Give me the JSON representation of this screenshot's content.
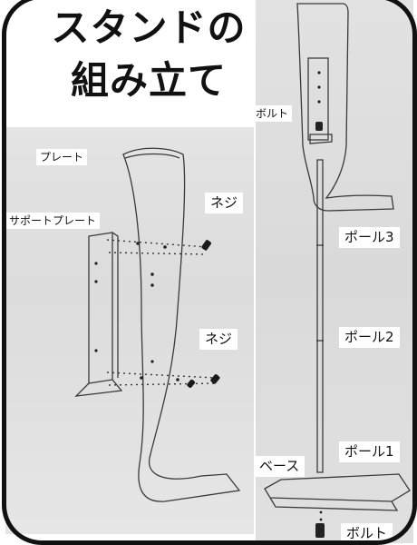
{
  "title": {
    "line1": "スタンドの",
    "line2": "組み立て"
  },
  "labels": {
    "plate": "プレート",
    "support_plate": "サポートプレート",
    "screw_top": "ネジ",
    "screw_bottom": "ネジ",
    "bolt_top": "ボルト",
    "pole3": "ポール3",
    "pole2": "ポール2",
    "pole1": "ポール1",
    "base": "ベース",
    "bolt_bottom": "ボルト"
  },
  "colors": {
    "frame": "#111111",
    "photo_bg": "#dedede",
    "label_bg": "#ffffff"
  }
}
